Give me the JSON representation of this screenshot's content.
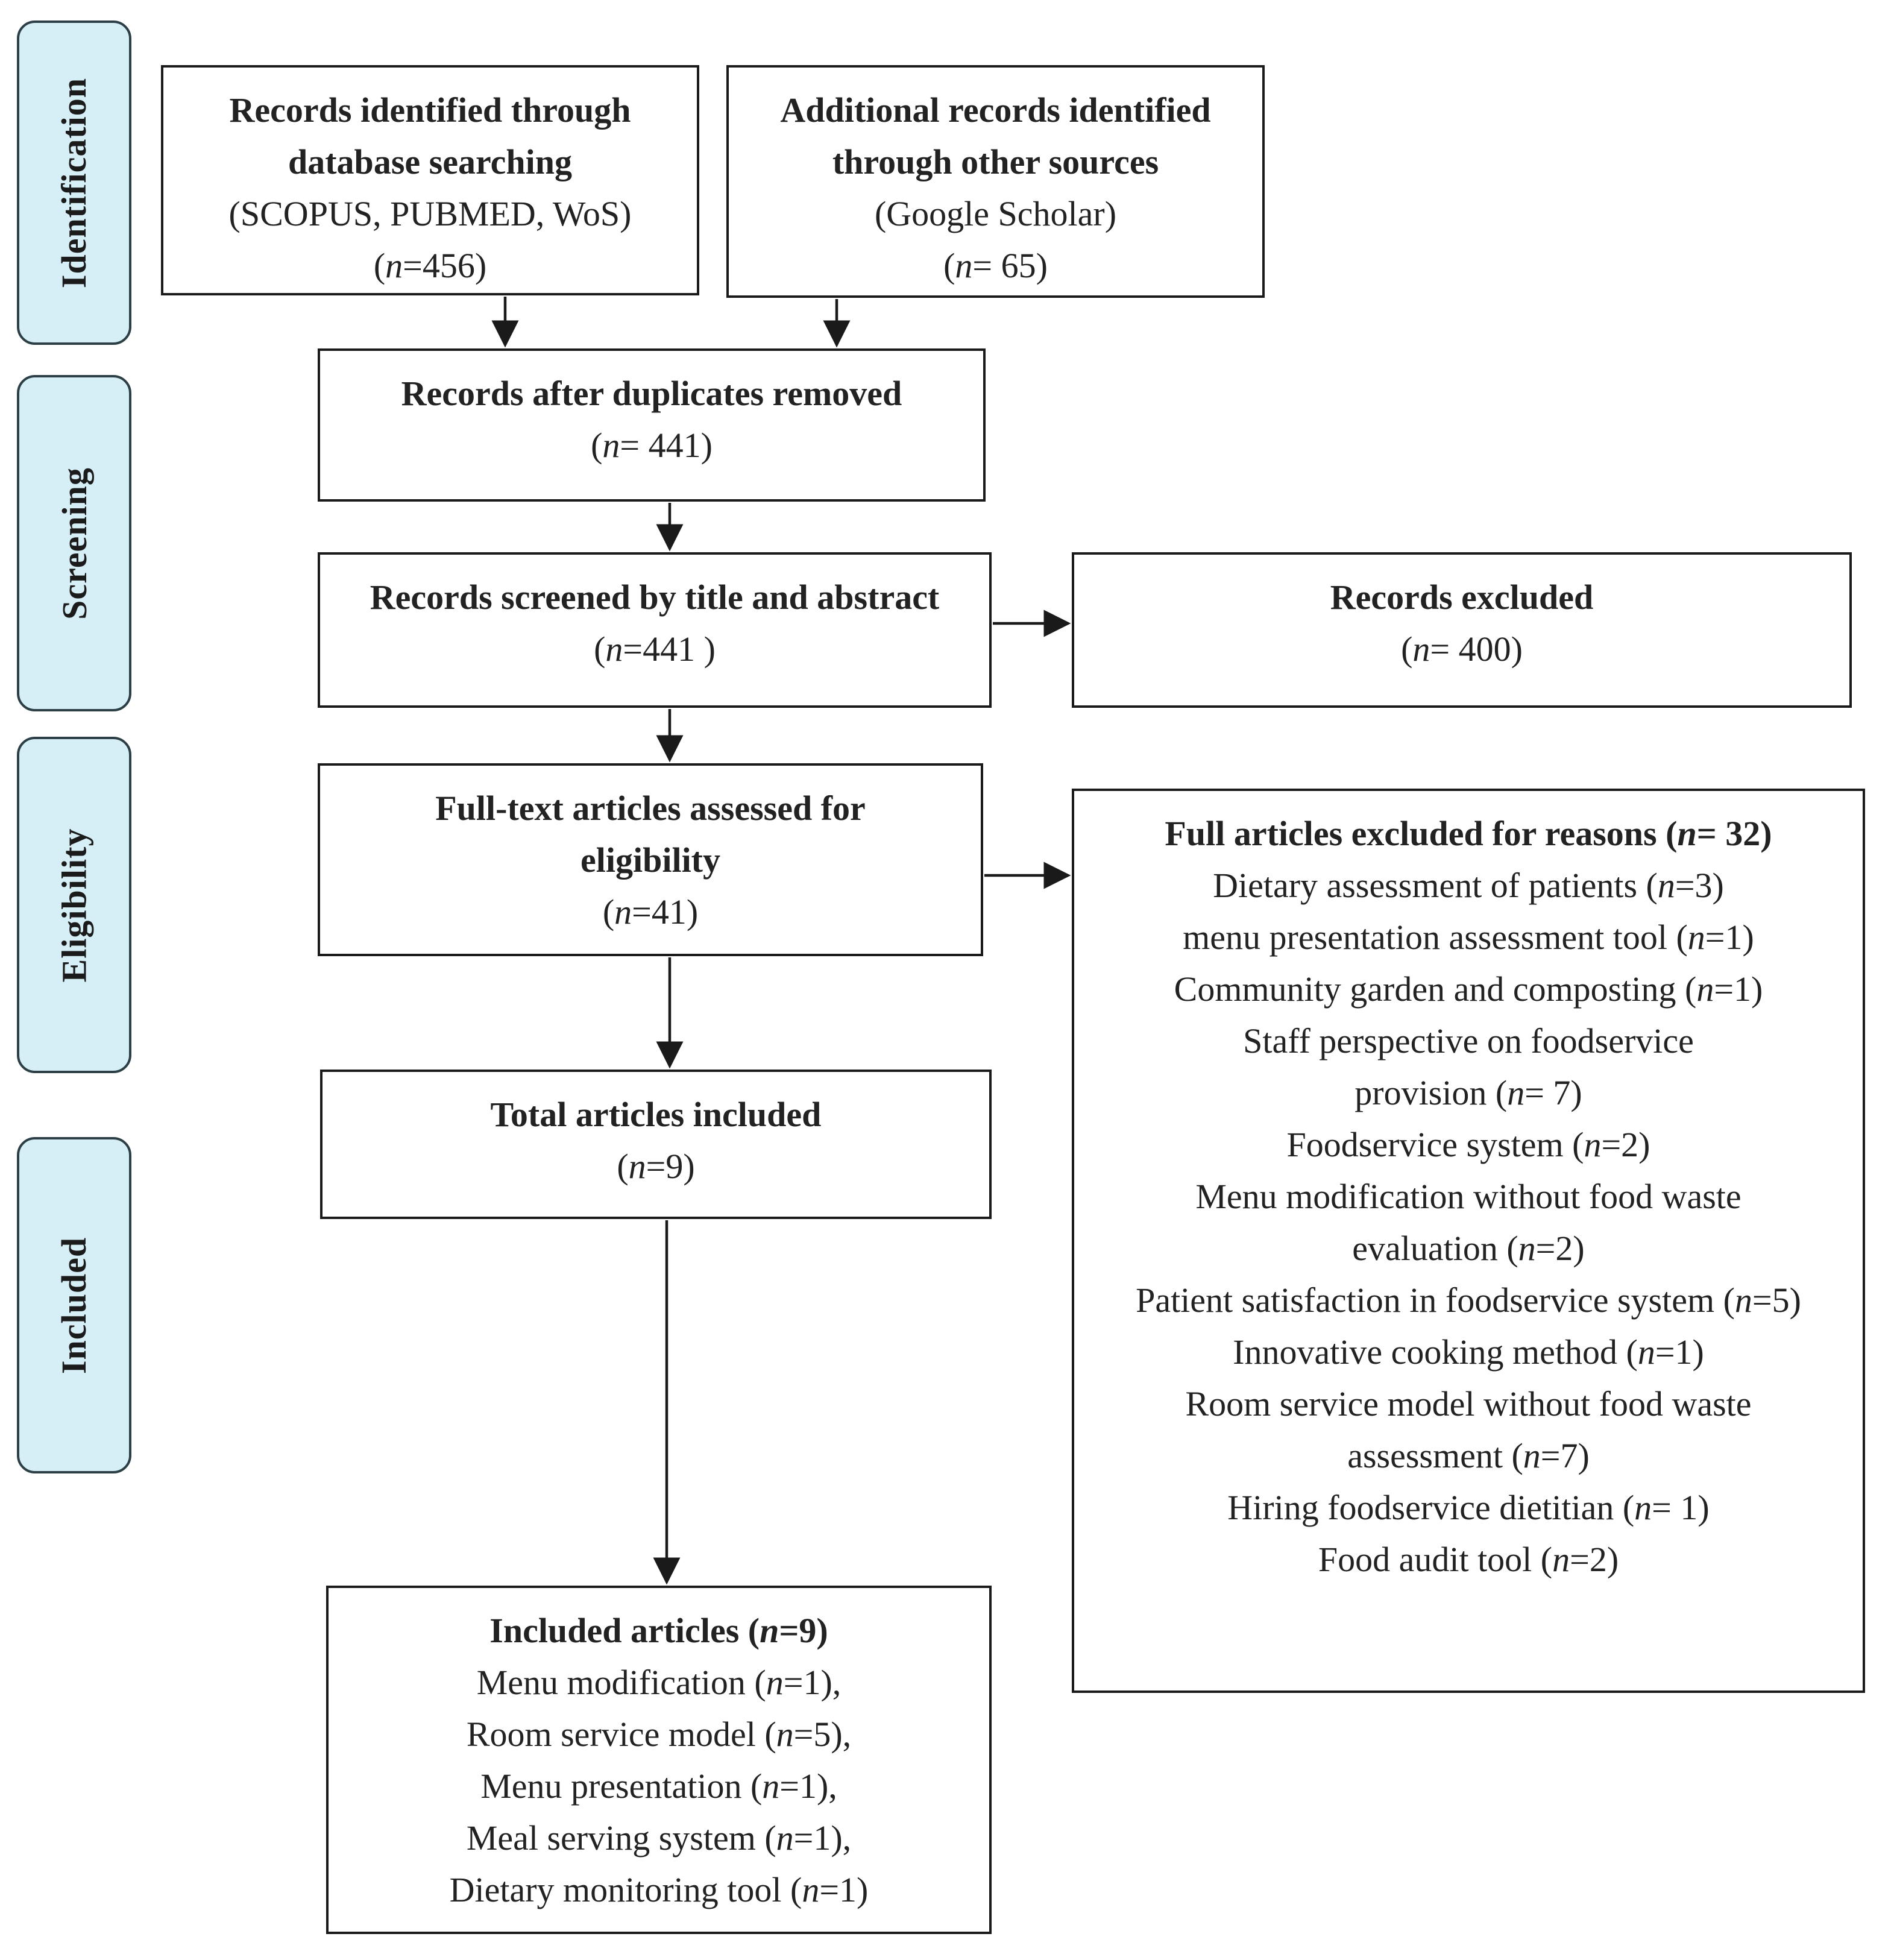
{
  "phases": [
    {
      "label": "Identification"
    },
    {
      "label": "Screening"
    },
    {
      "label": "Eligibility"
    },
    {
      "label": "Included"
    }
  ],
  "boxes": {
    "database": {
      "title_lines": [
        "Records identified through",
        "database searching"
      ],
      "sources": "(SCOPUS, PUBMED, WoS)",
      "count_prefix": "(",
      "count_var": "n",
      "count_value": "=456)"
    },
    "other_sources": {
      "title_lines": [
        "Additional records identified",
        "through other sources"
      ],
      "sources": "(Google Scholar)",
      "count_prefix": "(",
      "count_var": "n",
      "count_value": "= 65)"
    },
    "duplicates_removed": {
      "title": "Records after duplicates removed",
      "count_prefix": "(",
      "count_var": "n",
      "count_value": "= 441)"
    },
    "screened": {
      "title": "Records screened by title and abstract",
      "count_prefix": "(",
      "count_var": "n",
      "count_value": "=441 )"
    },
    "excluded": {
      "title": "Records excluded",
      "count_prefix": "(",
      "count_var": "n",
      "count_value": "= 400)"
    },
    "fulltext": {
      "title_lines": [
        "Full-text articles assessed for",
        "eligibility"
      ],
      "count_prefix": "(",
      "count_var": "n",
      "count_value": "=41)"
    },
    "total_included": {
      "title": "Total articles included",
      "count_prefix": "(",
      "count_var": "n",
      "count_value": "=9)"
    },
    "full_excluded": {
      "title_prefix": "Full articles excluded for reasons (",
      "title_var": "n",
      "title_value": "= 32)",
      "reasons": [
        {
          "pre": "Dietary assessment of patients (",
          "var": "n",
          "post": "=3)"
        },
        {
          "pre": "menu presentation assessment tool (",
          "var": "n",
          "post": "=1)"
        },
        {
          "pre": "Community garden and composting (",
          "var": "n",
          "post": "=1)"
        },
        {
          "pre": "Staff perspective on foodservice",
          "var": "",
          "post": ""
        },
        {
          "pre": "provision (",
          "var": "n",
          "post": "= 7)"
        },
        {
          "pre": "Foodservice system (",
          "var": "n",
          "post": "=2)"
        },
        {
          "pre": "Menu modification without food waste",
          "var": "",
          "post": ""
        },
        {
          "pre": "evaluation (",
          "var": "n",
          "post": "=2)"
        },
        {
          "pre": "Patient satisfaction in foodservice system (",
          "var": "n",
          "post": "=5)"
        },
        {
          "pre": "Innovative cooking method (",
          "var": "n",
          "post": "=1)"
        },
        {
          "pre": "Room service model without food waste",
          "var": "",
          "post": ""
        },
        {
          "pre": "assessment (",
          "var": "n",
          "post": "=7)"
        },
        {
          "pre": "Hiring foodservice dietitian (",
          "var": "n",
          "post": "= 1)"
        },
        {
          "pre": "Food audit tool (",
          "var": "n",
          "post": "=2)"
        }
      ]
    },
    "included_articles": {
      "title_prefix": "Included articles (",
      "title_var": "n",
      "title_value": "=9)",
      "items": [
        {
          "pre": "Menu modification (",
          "var": "n",
          "post": "=1),"
        },
        {
          "pre": "Room service model (",
          "var": "n",
          "post": "=5),"
        },
        {
          "pre": "Menu presentation (",
          "var": "n",
          "post": "=1),"
        },
        {
          "pre": "Meal serving system (",
          "var": "n",
          "post": "=1),"
        },
        {
          "pre": "Dietary monitoring tool (",
          "var": "n",
          "post": "=1)"
        }
      ]
    }
  },
  "colors": {
    "phase_fill": "#d6eef6",
    "phase_border": "#2c3e46",
    "box_border": "#1a1a1a"
  }
}
